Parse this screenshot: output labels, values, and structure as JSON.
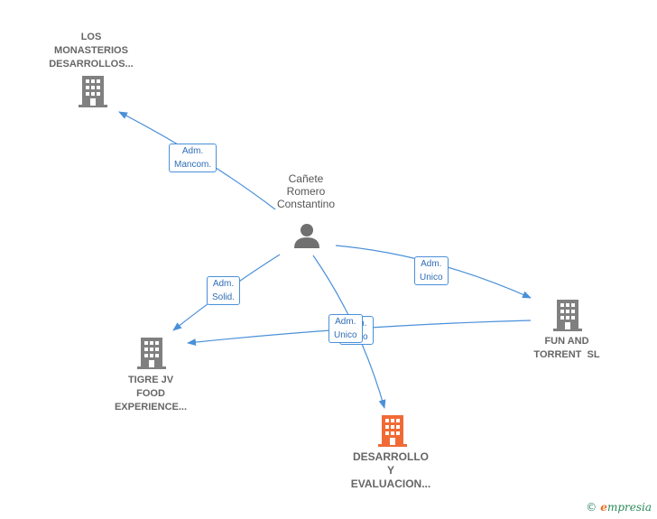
{
  "nodes": {
    "monasterios": {
      "label": [
        "LOS",
        "MONASTERIOS",
        "DESARROLLOS..."
      ],
      "icon": "building-icon"
    },
    "person": {
      "label": [
        "Cañete",
        "Romero",
        "Constantino"
      ],
      "icon": "person-icon"
    },
    "fun_torrent": {
      "label": [
        "FUN AND",
        "TORRENT  SL"
      ],
      "icon": "building-icon"
    },
    "tigre": {
      "label": [
        "TIGRE JV",
        "FOOD",
        "EXPERIENCE..."
      ],
      "icon": "building-icon"
    },
    "desarrollo": {
      "label": [
        "DESARROLLO",
        "Y",
        "EVALUACION..."
      ],
      "icon": "building-icon"
    }
  },
  "edges": {
    "to_monasterios": [
      "Adm.",
      "Mancom."
    ],
    "to_fun": [
      "Adm.",
      "Unico"
    ],
    "to_tigre": [
      "Adm.",
      "Solid."
    ],
    "to_desarrollo_back": [
      "Adm.",
      "Unico"
    ],
    "to_desarrollo": [
      "Adm.",
      "Unico"
    ]
  },
  "colors": {
    "edge": "#4a90d9",
    "building": "#808080",
    "focus_building": "#f06a35",
    "person": "#707070"
  },
  "watermark": {
    "copyright": "©",
    "brand_first": "e",
    "brand_rest": "mpresia"
  }
}
